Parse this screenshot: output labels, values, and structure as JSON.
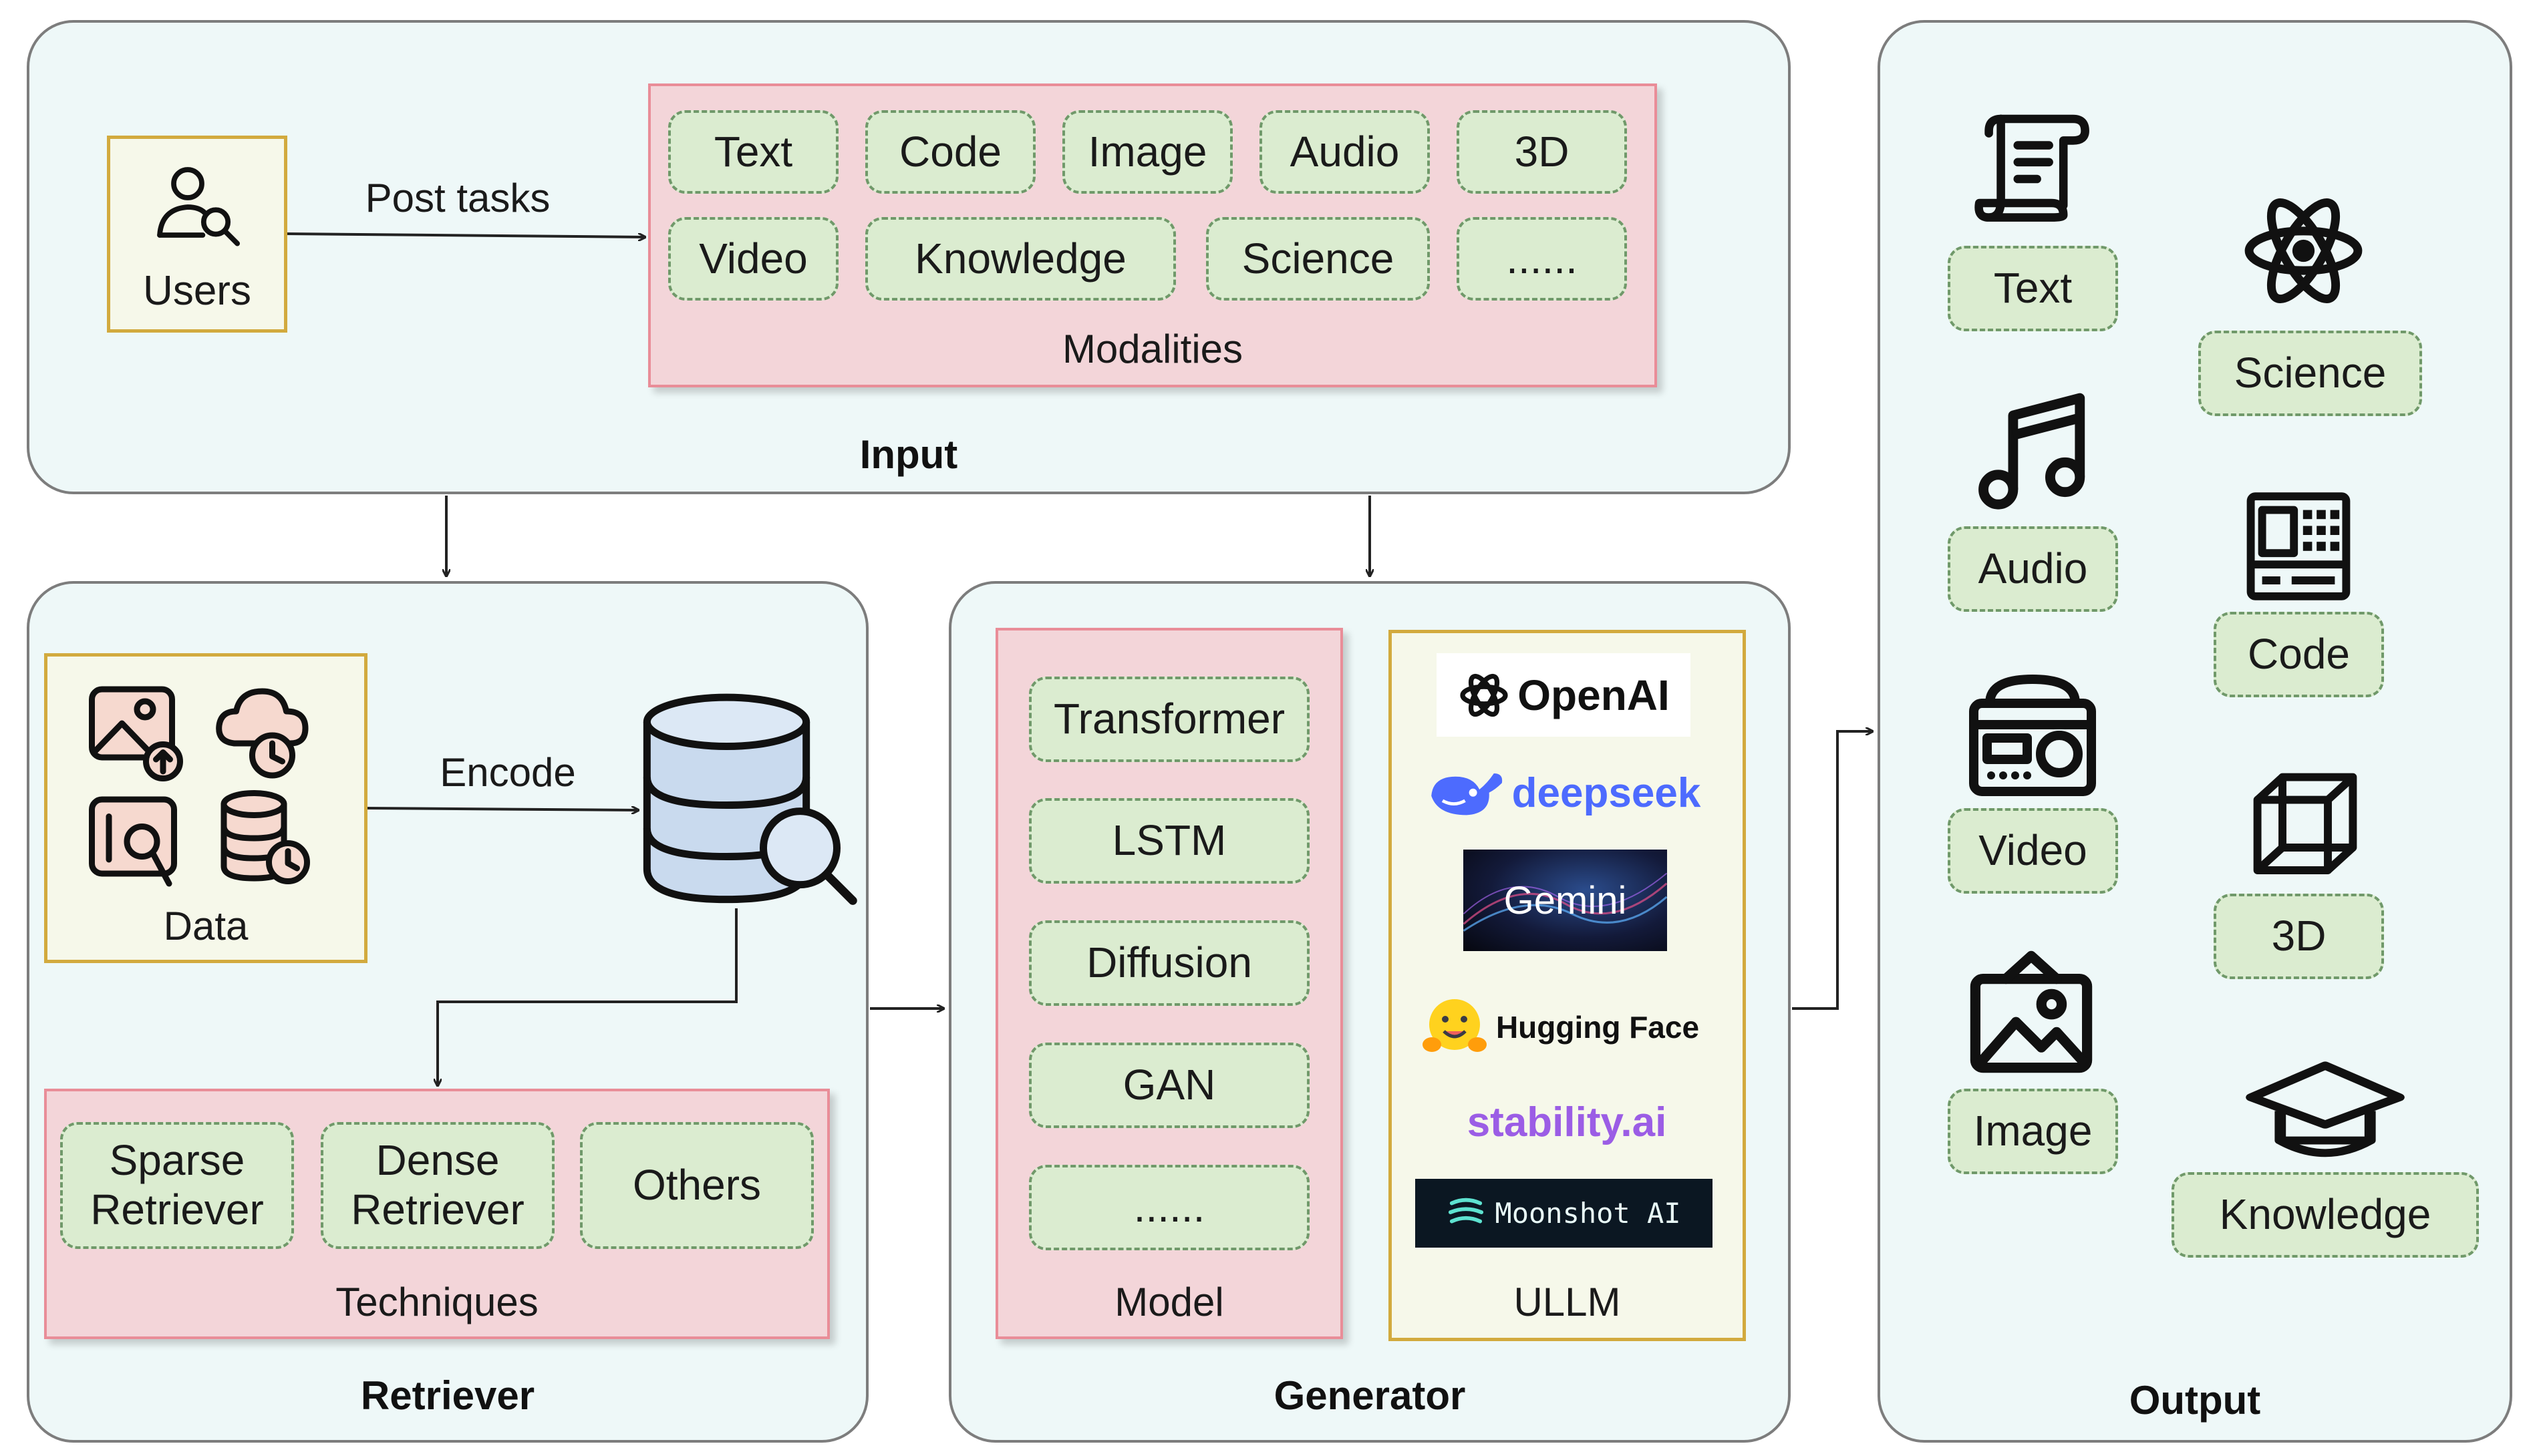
{
  "input": {
    "title": "Input",
    "users_label": "Users",
    "arrow_label": "Post tasks",
    "modalities_title": "Modalities",
    "modalities": [
      "Text",
      "Code",
      "Image",
      "Audio",
      "3D",
      "Video",
      "Knowledge",
      "Science",
      "......"
    ]
  },
  "retriever": {
    "title": "Retriever",
    "data_label": "Data",
    "encode_label": "Encode",
    "techniques_title": "Techniques",
    "techniques": [
      "Sparse\nRetriever",
      "Dense\nRetriever",
      "Others"
    ]
  },
  "generator": {
    "title": "Generator",
    "model_title": "Model",
    "models": [
      "Transformer",
      "LSTM",
      "Diffusion",
      "GAN",
      "......"
    ],
    "ullm_title": "ULLM",
    "ullm": [
      "OpenAI",
      "deepseek",
      "Gemini",
      "Hugging Face",
      "stability.ai",
      "Moonshot AI"
    ]
  },
  "output": {
    "title": "Output",
    "items": [
      "Text",
      "Science",
      "Audio",
      "Code",
      "Video",
      "3D",
      "Image",
      "Knowledge"
    ]
  },
  "colors": {
    "panel": "#eef8f8",
    "pink": "#f3d5d9",
    "chip": "#dbecd0",
    "yellow_border": "#d2aa3e",
    "deepseek": "#4d6bfe",
    "stability": "#9b5de5"
  }
}
